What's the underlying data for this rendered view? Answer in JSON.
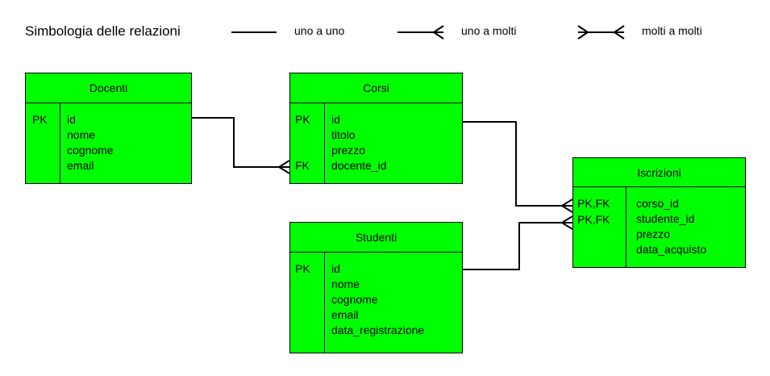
{
  "legend": {
    "title": "Simbologia delle relazioni",
    "one_to_one": "uno a uno",
    "one_to_many": "uno a molti",
    "many_to_many": "molti a molti"
  },
  "entities": {
    "docenti": {
      "name": "Docenti",
      "pk": "PK",
      "fields": [
        "id",
        "nome",
        "cognome",
        "email"
      ]
    },
    "corsi": {
      "name": "Corsi",
      "pk": "PK",
      "fk": "FK",
      "fields": [
        "id",
        "titolo",
        "prezzo",
        "docente_id"
      ]
    },
    "studenti": {
      "name": "Studenti",
      "pk": "PK",
      "fields": [
        "id",
        "nome",
        "cognome",
        "email",
        "data_registrazione"
      ]
    },
    "iscrizioni": {
      "name": "Iscrizioni",
      "key1": "PK,FK",
      "key2": "PK,FK",
      "fields": [
        "corso_id",
        "studente_id",
        "prezzo",
        "data_acquisto"
      ]
    }
  },
  "colors": {
    "entity_fill": "#00ff00",
    "line": "#000000"
  }
}
